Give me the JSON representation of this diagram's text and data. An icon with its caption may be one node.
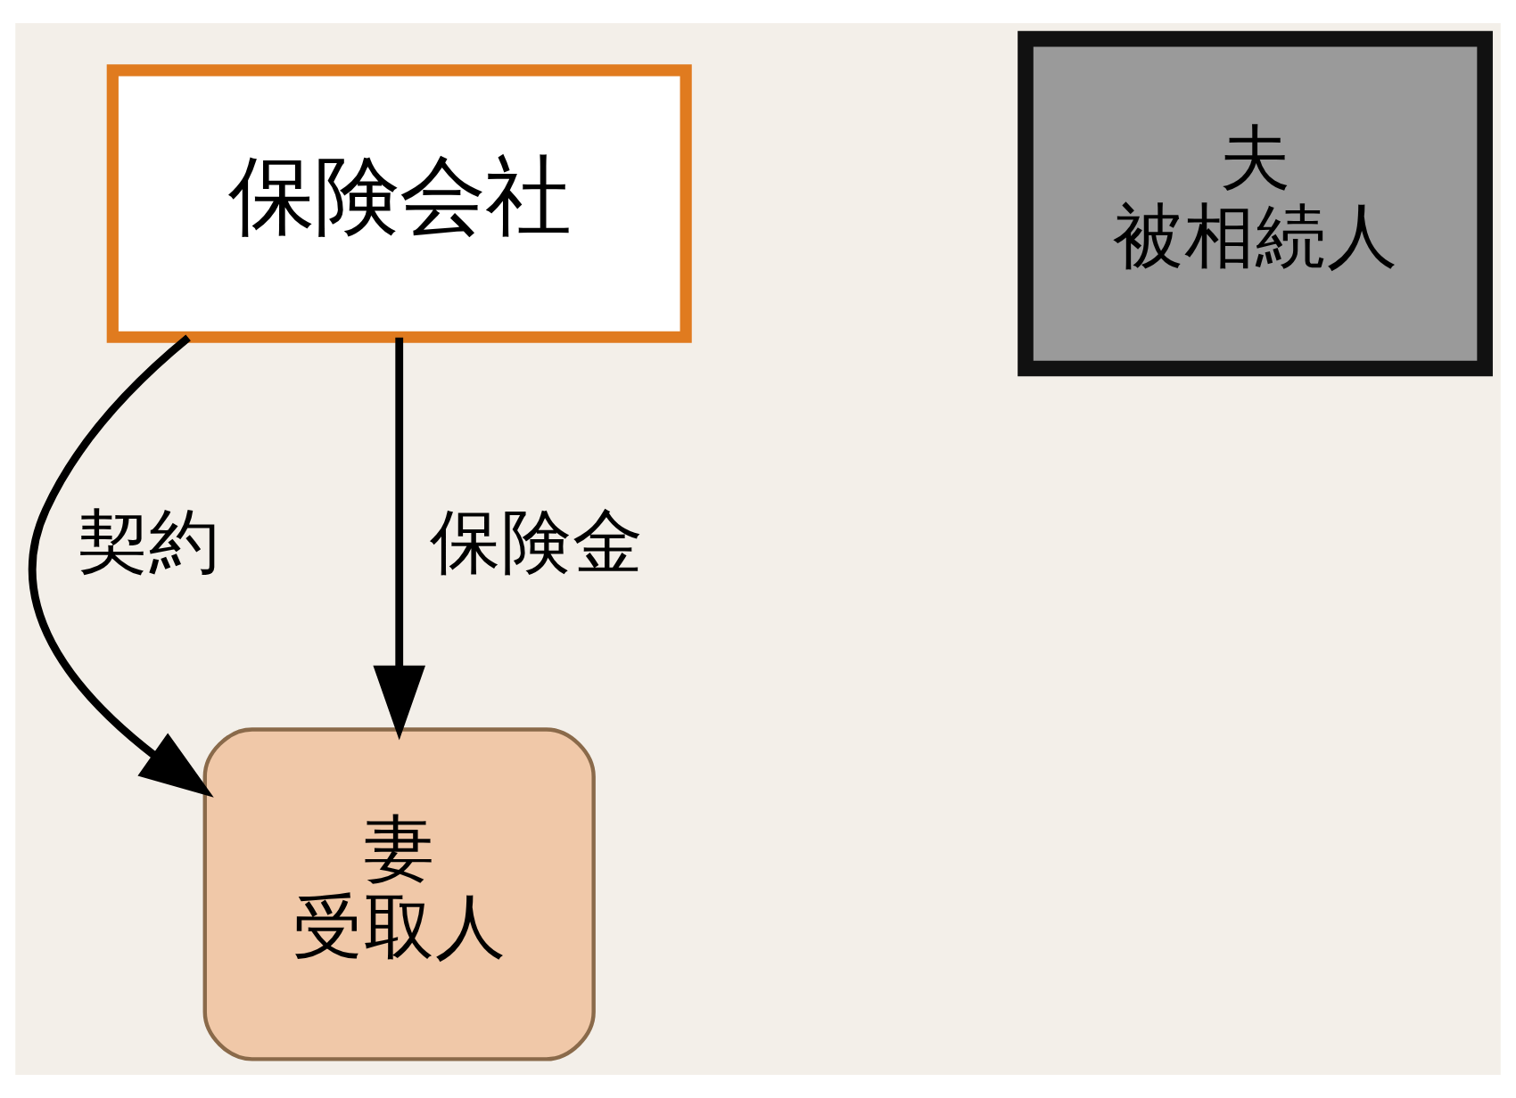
{
  "diagram": {
    "nodes": [
      {
        "text": [
          "保険会社"
        ]
      },
      {
        "text": [
          "妻",
          "受取人"
        ]
      },
      {
        "text": [
          "夫",
          "被相続人"
        ]
      }
    ],
    "edges": [
      {
        "from": 0,
        "to": 1,
        "arrow": "to",
        "label": "契約"
      },
      {
        "from": 0,
        "to": 1,
        "arrow": "to",
        "label": "保険金"
      }
    ]
  }
}
